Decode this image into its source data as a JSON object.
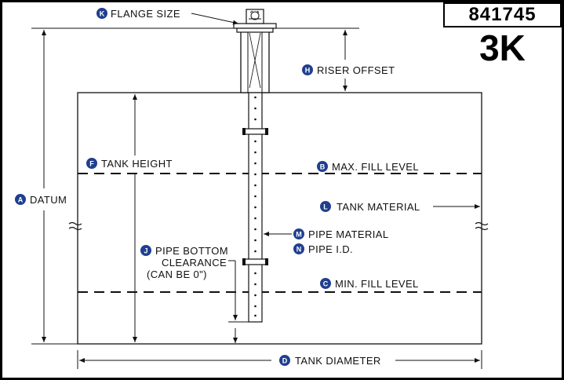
{
  "part_number": "841745",
  "model": "3K",
  "labels": {
    "A": {
      "letter": "A",
      "text": "DATUM"
    },
    "B": {
      "letter": "B",
      "text": "MAX. FILL LEVEL"
    },
    "C": {
      "letter": "C",
      "text": "MIN. FILL LEVEL"
    },
    "D": {
      "letter": "D",
      "text": "TANK DIAMETER"
    },
    "F": {
      "letter": "F",
      "text": "TANK HEIGHT"
    },
    "H": {
      "letter": "H",
      "text": "RISER OFFSET"
    },
    "J": {
      "letter": "J",
      "line1": "PIPE BOTTOM",
      "line2": "CLEARANCE",
      "line3": "(CAN BE 0\")"
    },
    "K": {
      "letter": "K",
      "text": "FLANGE SIZE"
    },
    "L": {
      "letter": "L",
      "text": "TANK MATERIAL"
    },
    "M": {
      "letter": "M",
      "text": "PIPE MATERIAL"
    },
    "N": {
      "letter": "N",
      "text": "PIPE I.D."
    }
  },
  "colors": {
    "badge": "#1f3f8f",
    "line": "#111111"
  }
}
